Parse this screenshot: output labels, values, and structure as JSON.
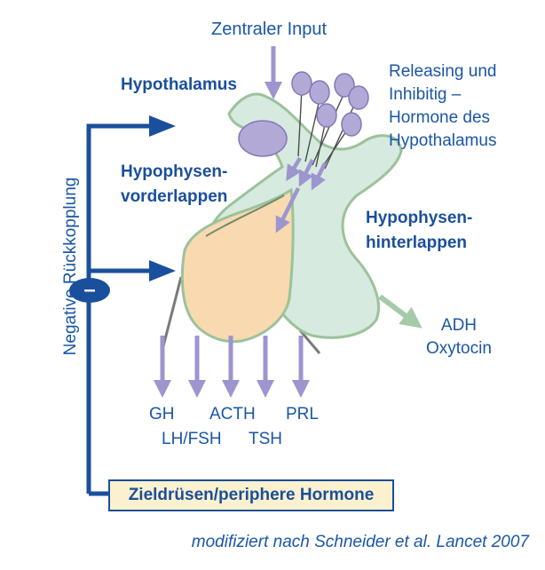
{
  "central_input": "Zentraler Input",
  "hypothalamus": "Hypothalamus",
  "releasing_lines": [
    "Releasing und",
    "Inhibitig –",
    "Hormone des",
    "Hypothalamus"
  ],
  "anterior_lobe": [
    "Hypophysen-",
    "vorderlappen"
  ],
  "posterior_lobe": [
    "Hypophysen-",
    "hinterlappen"
  ],
  "posterior_hormones": [
    "ADH",
    "Oxytocin"
  ],
  "anterior_hormones": {
    "gh": "GH",
    "lhfsh": "LH/FSH",
    "acth": "ACTH",
    "tsh": "TSH",
    "prl": "PRL"
  },
  "feedback_label": "Negative Rückkopplung",
  "feedback_sign": "–",
  "target_box": "Zieldrüsen/periphere Hormone",
  "caption": "modifiziert nach Schneider et al. Lancet 2007",
  "colors": {
    "text_blue": "#1a56a6",
    "dark_blue": "#1a4f9c",
    "anterior_fill": "#f9d9b0",
    "posterior_fill": "#d6eadf",
    "outline_green": "#9cc29a",
    "neuron_fill": "#b3a9d6",
    "arrow_purple": "#9d95ce",
    "arrow_green": "#a6c9a8",
    "target_fill": "#fcf1cf"
  }
}
